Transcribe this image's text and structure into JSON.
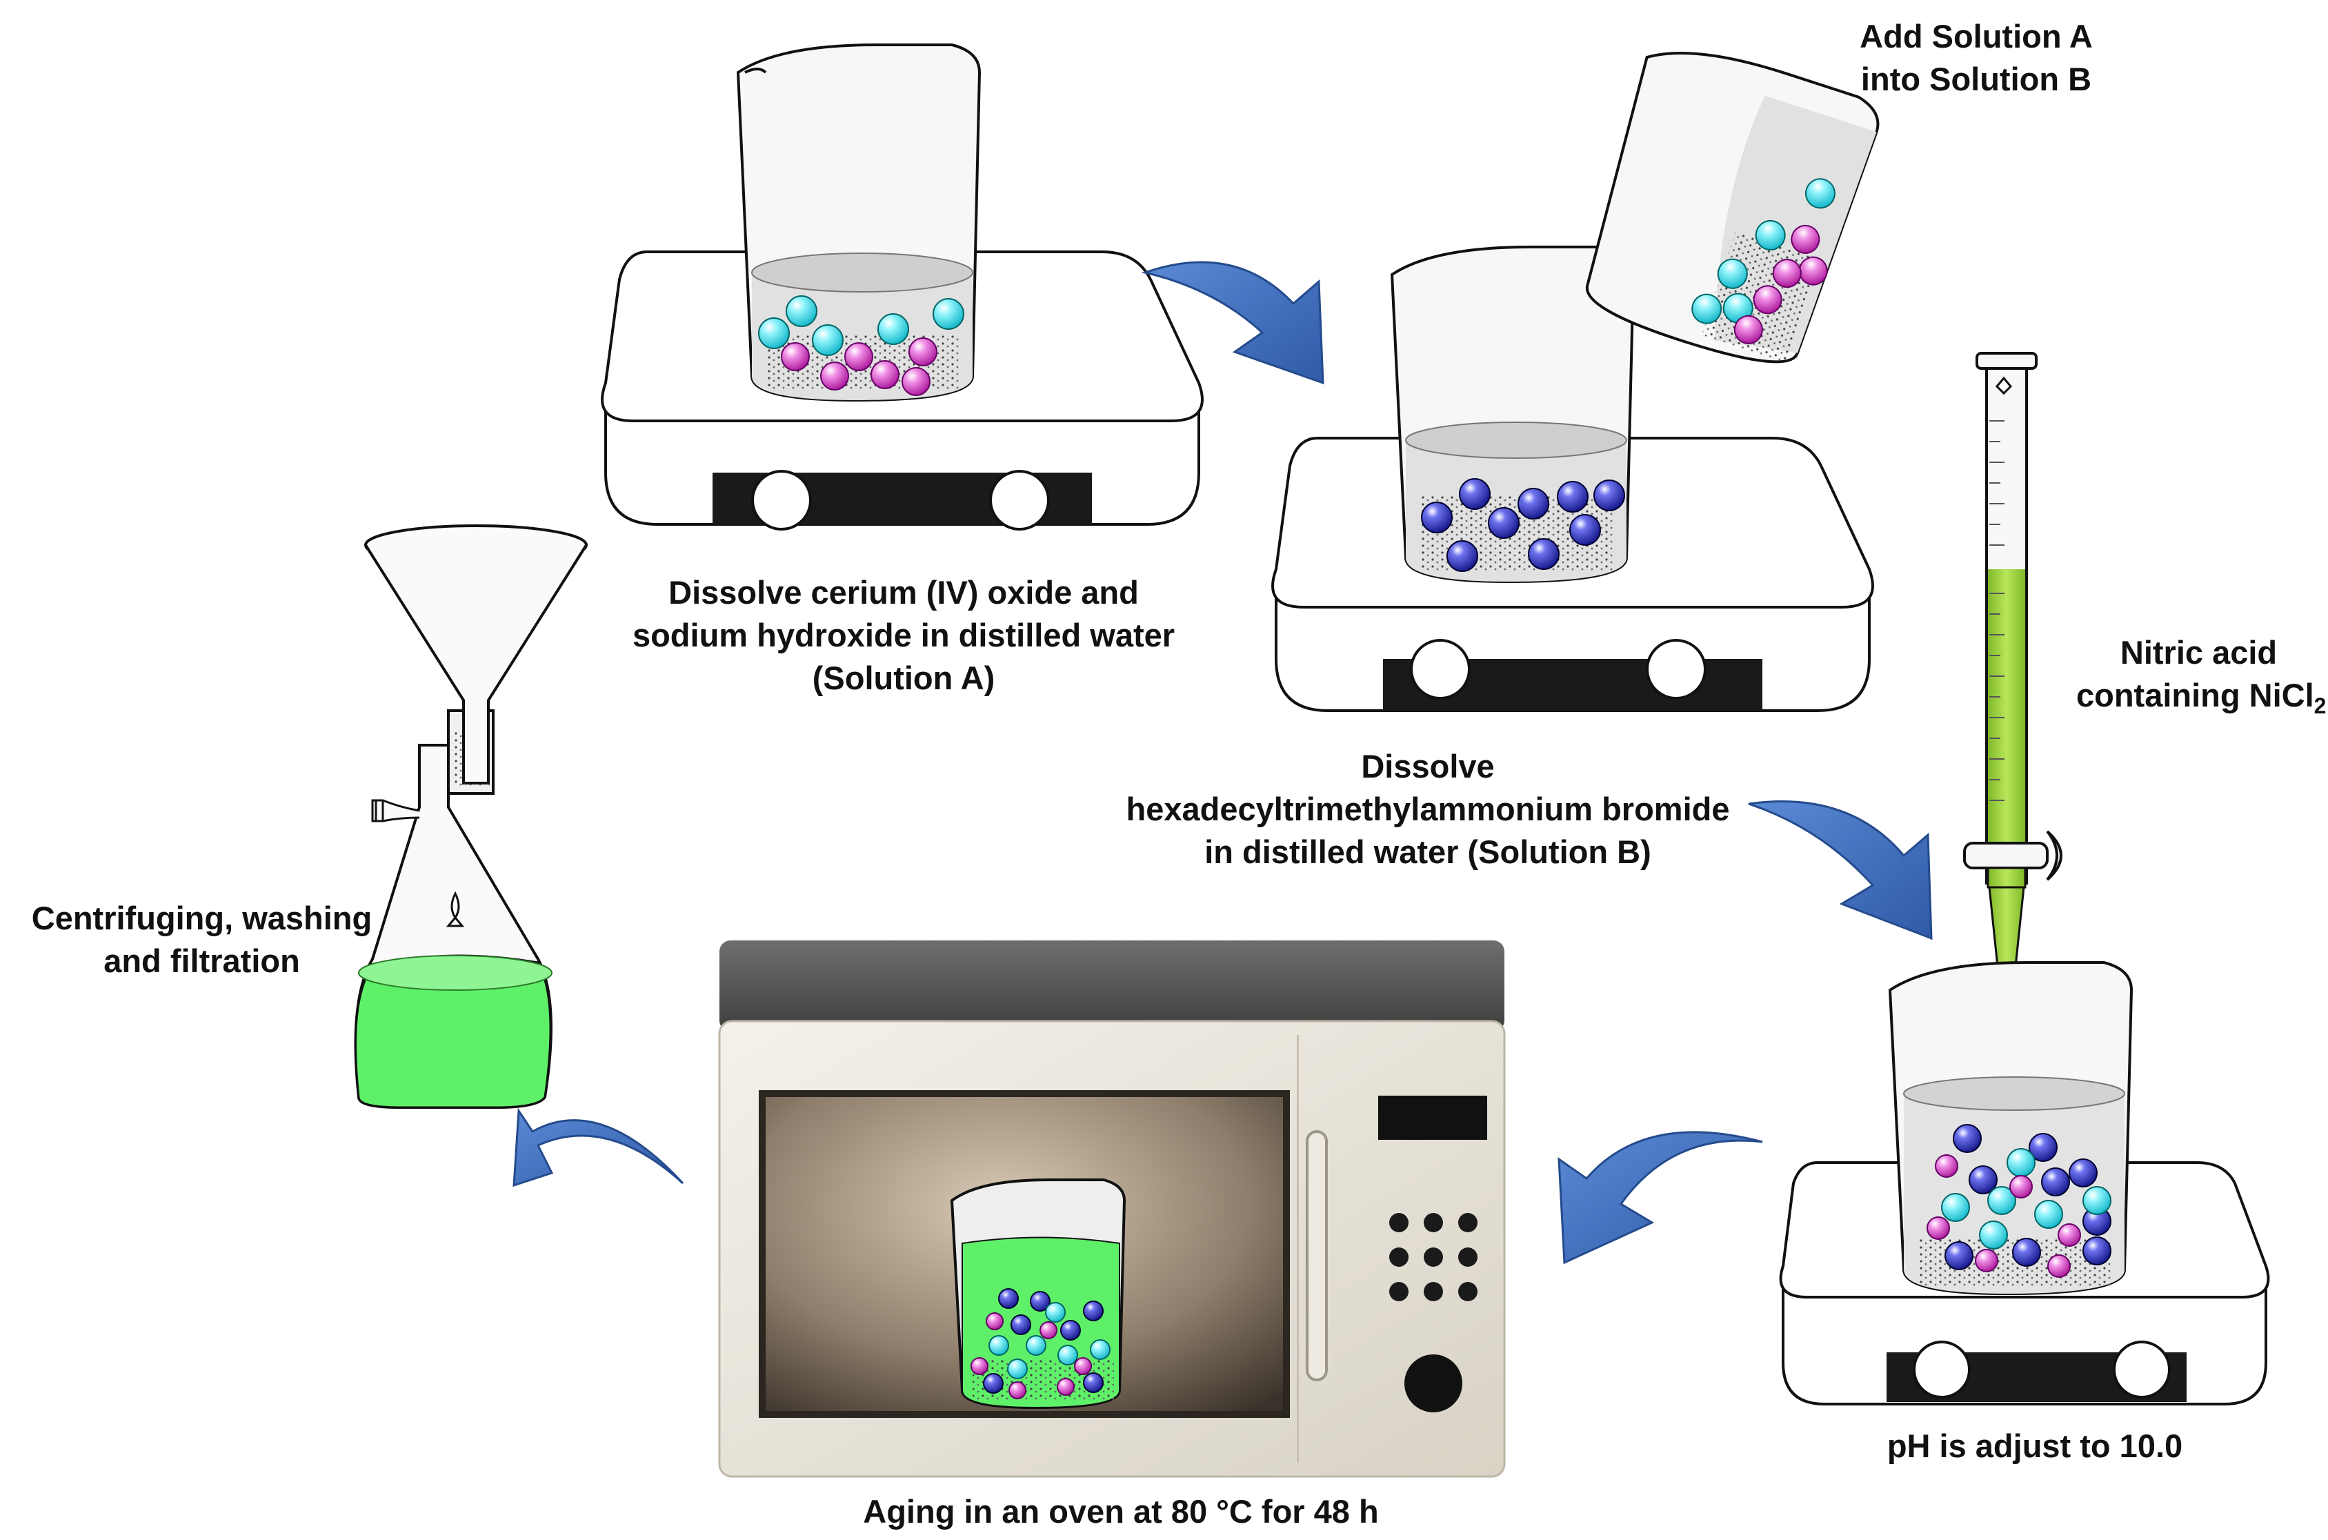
{
  "steps": {
    "solution_a": {
      "lines": [
        "Dissolve cerium (IV) oxide and",
        "sodium hydroxide in distilled water",
        "(Solution A)"
      ]
    },
    "solution_b": {
      "lines": [
        "Dissolve",
        "hexadecyltrimethylammonium bromide",
        "in distilled water (Solution B)"
      ]
    },
    "add": {
      "lines": [
        "Add Solution A",
        "into Solution B"
      ]
    },
    "nitric": {
      "line1": "Nitric acid",
      "line2": "containing NiCl",
      "subscript": "2"
    },
    "ph": {
      "text": "pH is adjust to 10.0"
    },
    "aging": {
      "text": "Aging in an oven at 80 °C for 48 h"
    },
    "filtration": {
      "lines": [
        "Centrifuging, washing",
        "and filtration"
      ]
    }
  },
  "colors": {
    "cyan_particle": "#5fe6f2",
    "magenta_particle": "#e055d6",
    "blue_particle": "#3338c8",
    "arrow": "#3f6fbf",
    "green_solution": "#5ff06a",
    "burette_liquid": "#9ad63a",
    "stirrer_panel": "#1a1a1a"
  },
  "icons": [
    "hot-plate-stirrer-icon",
    "beaker-icon",
    "burette-icon",
    "microwave-oven-icon",
    "filter-flask-icon",
    "funnel-icon",
    "curved-arrow-icon"
  ]
}
